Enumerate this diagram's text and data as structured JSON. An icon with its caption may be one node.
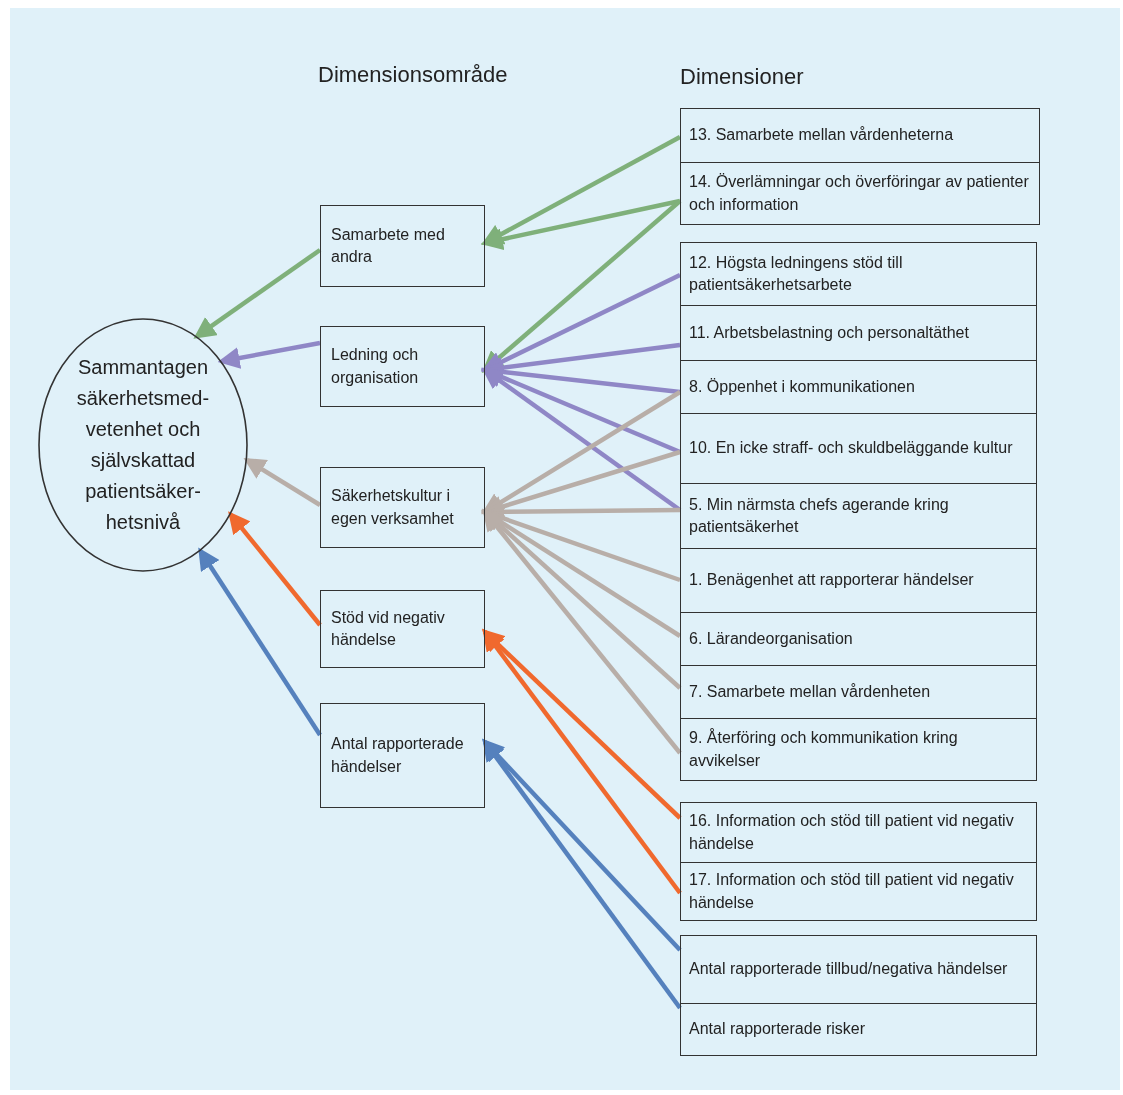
{
  "diagram": {
    "nodes": [
      {
        "text": [
          "Sammantagen säkerhetsmed-vetenhet och självskattad patientsäker-hetsnivå"
        ]
      },
      {
        "text": [
          "Samarbete med andra"
        ]
      },
      {
        "text": [
          "Ledning och organisation"
        ]
      },
      {
        "text": [
          "Säkerhetskultur i egen verksamhet"
        ]
      },
      {
        "text": [
          "Stöd vid negativ händelse"
        ]
      },
      {
        "text": [
          "Antal rapporterade händelser"
        ]
      },
      {
        "text": [
          "13. Samarbete mellan vårdenheterna"
        ]
      },
      {
        "text": [
          "14. Överlämningar och överföringar av patienter och information"
        ]
      },
      {
        "text": [
          "12. Högsta ledningens stöd till patientsäkerhetsarbete"
        ]
      },
      {
        "text": [
          "11. Arbetsbelastning och personaltäthet"
        ]
      },
      {
        "text": [
          "8. Öppenhet i kommunikationen"
        ]
      },
      {
        "text": [
          "10. En icke straff- och skuldbeläggande kultur"
        ]
      },
      {
        "text": [
          "5. Min närmsta chefs agerande kring patientsäkerhet"
        ]
      },
      {
        "text": [
          "1. Benägenhet att rapporterar händelser"
        ]
      },
      {
        "text": [
          "6. Lärandeorganisation"
        ]
      },
      {
        "text": [
          "7. Samarbete mellan vårdenheten"
        ]
      },
      {
        "text": [
          "9. Återföring och kommunikation kring avvikelser"
        ]
      },
      {
        "text": [
          "16. Information och stöd till patient vid negativ händelse"
        ]
      },
      {
        "text": [
          "17. Information och stöd till patient vid negativ händelse"
        ]
      },
      {
        "text": [
          "Antal rapporterade tillbud/negativa händelser"
        ]
      },
      {
        "text": [
          "Antal rapporterade risker"
        ]
      }
    ],
    "edges": [
      {
        "from": 6,
        "to": 1,
        "arrow": "to",
        "color": "#7fb07a"
      },
      {
        "from": 7,
        "to": 1,
        "arrow": "to",
        "color": "#7fb07a"
      },
      {
        "from": 7,
        "to": 2,
        "arrow": "to",
        "color": "#7fb07a"
      },
      {
        "from": 8,
        "to": 2,
        "arrow": "to",
        "color": "#8f87c6"
      },
      {
        "from": 9,
        "to": 2,
        "arrow": "to",
        "color": "#8f87c6"
      },
      {
        "from": 10,
        "to": 2,
        "arrow": "to",
        "color": "#8f87c6"
      },
      {
        "from": 11,
        "to": 2,
        "arrow": "to",
        "color": "#8f87c6"
      },
      {
        "from": 12,
        "to": 2,
        "arrow": "to",
        "color": "#8f87c6"
      },
      {
        "from": 10,
        "to": 3,
        "arrow": "to"
      },
      {
        "from": 11,
        "to": 3,
        "arrow": "to"
      },
      {
        "from": 12,
        "to": 3,
        "arrow": "to"
      },
      {
        "from": 13,
        "to": 3,
        "arrow": "to"
      },
      {
        "from": 14,
        "to": 3,
        "arrow": "to"
      },
      {
        "from": 15,
        "to": 3,
        "arrow": "to"
      },
      {
        "from": 16,
        "to": 3,
        "arrow": "to"
      },
      {
        "from": 17,
        "to": 4,
        "arrow": "to",
        "color": "#f0692e"
      },
      {
        "from": 18,
        "to": 4,
        "arrow": "to",
        "color": "#f0692e"
      },
      {
        "from": 19,
        "to": 5,
        "arrow": "to",
        "color": "#5581bd"
      },
      {
        "from": 20,
        "to": 5,
        "arrow": "to",
        "color": "#5581bd"
      },
      {
        "from": 1,
        "to": 0,
        "arrow": "to",
        "color": "#7fb07a"
      },
      {
        "from": 2,
        "to": 0,
        "arrow": "to",
        "color": "#8f87c6"
      },
      {
        "from": 3,
        "to": 0,
        "arrow": "to"
      },
      {
        "from": 4,
        "to": 0,
        "arrow": "to",
        "color": "#f0692e"
      },
      {
        "from": 5,
        "to": 0,
        "arrow": "to",
        "color": "#5581bd"
      }
    ],
    "labels": [
      "Dimensionsområde",
      "Dimensioner"
    ]
  }
}
